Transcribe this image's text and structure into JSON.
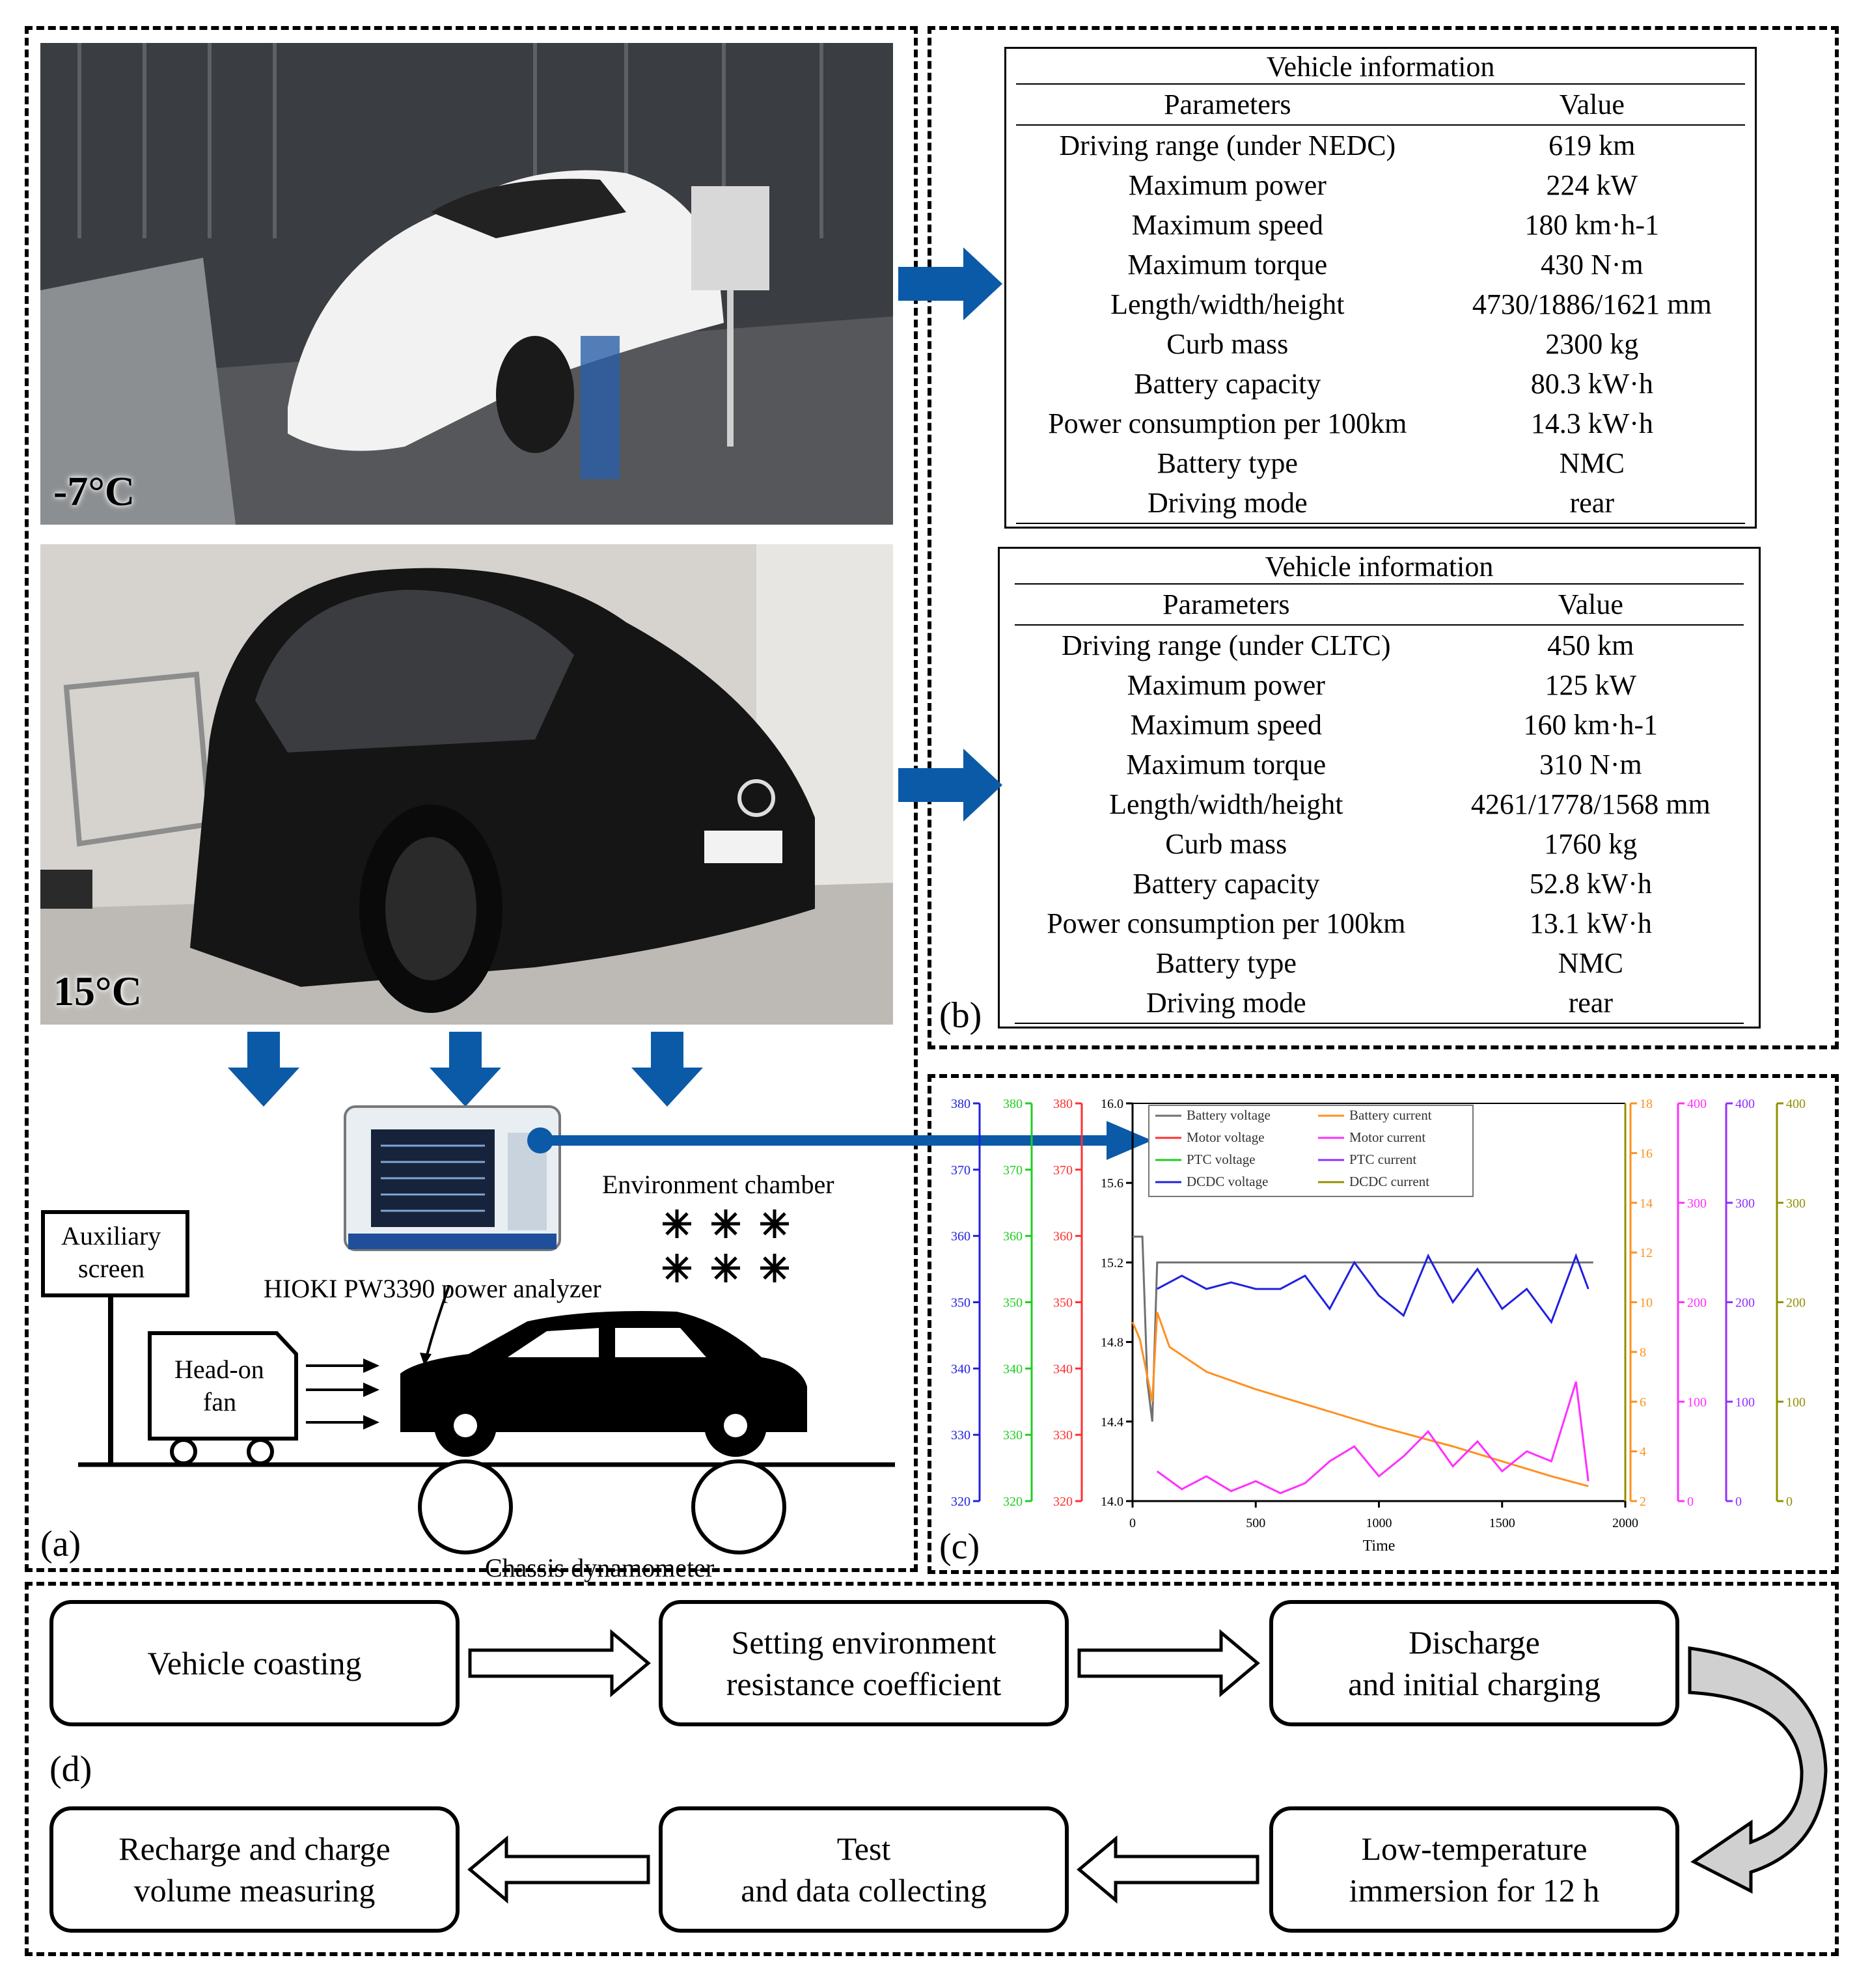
{
  "panels": {
    "a": "(a)",
    "b": "(b)",
    "c": "(c)",
    "d": "(d)"
  },
  "photos": [
    {
      "label": "-7°C"
    },
    {
      "label": "15°C"
    }
  ],
  "tables": [
    {
      "title": "Vehicle information",
      "headers": [
        "Parameters",
        "Value"
      ],
      "rows": [
        [
          "Driving range (under NEDC)",
          "619 km"
        ],
        [
          "Maximum power",
          "224 kW"
        ],
        [
          "Maximum speed",
          "180 km·h-1"
        ],
        [
          "Maximum torque",
          "430 N·m"
        ],
        [
          "Length/width/height",
          "4730/1886/1621 mm"
        ],
        [
          "Curb mass",
          "2300 kg"
        ],
        [
          "Battery capacity",
          "80.3 kW·h"
        ],
        [
          "Power consumption per 100km",
          "14.3 kW·h"
        ],
        [
          "Battery type",
          "NMC"
        ],
        [
          "Driving mode",
          "rear"
        ]
      ]
    },
    {
      "title": "Vehicle information",
      "headers": [
        "Parameters",
        "Value"
      ],
      "rows": [
        [
          "Driving range (under CLTC)",
          "450 km"
        ],
        [
          "Maximum power",
          "125 kW"
        ],
        [
          "Maximum speed",
          "160 km·h-1"
        ],
        [
          "Maximum torque",
          "310 N·m"
        ],
        [
          "Length/width/height",
          "4261/1778/1568 mm"
        ],
        [
          "Curb mass",
          "1760 kg"
        ],
        [
          "Battery capacity",
          "52.8 kW·h"
        ],
        [
          "Power consumption per 100km",
          "13.1 kW·h"
        ],
        [
          "Battery type",
          "NMC"
        ],
        [
          "Driving mode",
          "rear"
        ]
      ]
    }
  ],
  "setup": {
    "environment_chamber": "Environment chamber",
    "auxiliary_screen": [
      "Auxiliary",
      "screen"
    ],
    "power_analyzer": "HIOKI PW3390 power analyzer",
    "fan": [
      "Head-on",
      "fan"
    ],
    "dynamometer": "Chassis dynamometer"
  },
  "flow": {
    "steps": [
      [
        "Vehicle coasting"
      ],
      [
        "Setting environment",
        "resistance coefficient"
      ],
      [
        "Discharge",
        "and initial charging"
      ],
      [
        "Low-temperature",
        "immersion for 12 h"
      ],
      [
        "Test",
        "and data collecting"
      ],
      [
        "Recharge and charge",
        "volume measuring"
      ]
    ]
  },
  "colors": {
    "arrow_blue": "#0b5aa8",
    "battery_voltage": "#707070",
    "motor_voltage": "#ff3030",
    "ptc_voltage": "#22cc22",
    "dcdc_voltage": "#2020e0",
    "battery_current": "#ff9020",
    "motor_current": "#ff30ff",
    "ptc_current": "#9030ff",
    "dcdc_current": "#909000"
  },
  "chart_data": {
    "type": "line",
    "xlabel": "Time",
    "x_ticks": [
      "0",
      "500",
      "1000",
      "1500",
      "2000"
    ],
    "xlim": [
      0,
      2000
    ],
    "legend": [
      "Battery voltage",
      "Battery current",
      "Motor voltage",
      "Motor current",
      "PTC voltage",
      "PTC current",
      "DCDC voltage",
      "DCDC current"
    ],
    "axes": [
      {
        "side": "left",
        "series": "DCDC voltage",
        "ticks": [
          "320",
          "330",
          "340",
          "350",
          "360",
          "370",
          "380"
        ],
        "ylim": [
          320,
          380
        ]
      },
      {
        "side": "left",
        "series": "PTC voltage",
        "ticks": [
          "320",
          "330",
          "340",
          "350",
          "360",
          "370",
          "380"
        ],
        "ylim": [
          320,
          380
        ]
      },
      {
        "side": "left",
        "series": "Motor voltage",
        "ticks": [
          "320",
          "330",
          "340",
          "350",
          "360",
          "370",
          "380"
        ],
        "ylim": [
          320,
          380
        ]
      },
      {
        "side": "left",
        "series": "Battery voltage",
        "ticks": [
          "14.0",
          "14.4",
          "14.8",
          "15.2",
          "15.6",
          "16.0"
        ],
        "ylim": [
          14.0,
          16.0
        ]
      },
      {
        "side": "right",
        "series": "Battery current",
        "ticks": [
          "2",
          "4",
          "6",
          "8",
          "10",
          "12",
          "14",
          "16",
          "18"
        ],
        "ylim": [
          2,
          18
        ]
      },
      {
        "side": "right",
        "series": "Motor current",
        "ticks": [
          "0",
          "100",
          "200",
          "300",
          "400"
        ],
        "ylim": [
          0,
          400
        ]
      },
      {
        "side": "right",
        "series": "PTC current",
        "ticks": [
          "0",
          "100",
          "200",
          "300",
          "400"
        ],
        "ylim": [
          0,
          400
        ]
      },
      {
        "side": "right",
        "series": "DCDC current",
        "ticks": [
          "0",
          "100",
          "200",
          "300",
          "400"
        ],
        "ylim": [
          0,
          400
        ]
      }
    ],
    "series": [
      {
        "name": "Battery voltage",
        "axis": 3,
        "x": [
          0,
          40,
          60,
          80,
          100,
          500,
          1000,
          1500,
          1870
        ],
        "y": [
          15.33,
          15.33,
          14.6,
          14.4,
          15.2,
          15.2,
          15.2,
          15.2,
          15.2
        ]
      },
      {
        "name": "Battery current",
        "axis": 4,
        "x": [
          0,
          30,
          80,
          100,
          150,
          300,
          500,
          800,
          1000,
          1300,
          1500,
          1700,
          1850
        ],
        "y": [
          9.2,
          8.5,
          6.0,
          9.6,
          8.2,
          7.2,
          6.5,
          5.6,
          5.0,
          4.2,
          3.6,
          3.0,
          2.6
        ]
      },
      {
        "name": "DCDC voltage",
        "axis": 0,
        "x": [
          100,
          200,
          300,
          400,
          500,
          600,
          700,
          800,
          900,
          1000,
          1100,
          1200,
          1300,
          1400,
          1500,
          1600,
          1700,
          1800,
          1850
        ],
        "y": [
          352,
          354,
          352,
          353,
          352,
          352,
          354,
          349,
          356,
          351,
          348,
          357,
          350,
          355,
          349,
          352,
          347,
          357,
          352
        ]
      },
      {
        "name": "Motor current",
        "axis": 5,
        "x": [
          100,
          200,
          300,
          400,
          500,
          600,
          700,
          800,
          900,
          1000,
          1100,
          1200,
          1300,
          1400,
          1500,
          1600,
          1700,
          1800,
          1850
        ],
        "y": [
          30,
          12,
          25,
          10,
          20,
          8,
          18,
          40,
          55,
          25,
          45,
          70,
          35,
          60,
          30,
          50,
          40,
          120,
          20
        ]
      }
    ]
  }
}
